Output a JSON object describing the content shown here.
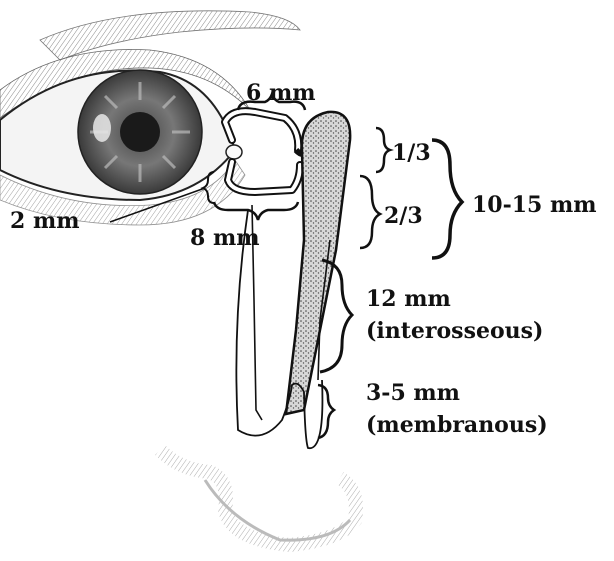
{
  "labels": {
    "upper_canaliculus_length": "6 mm",
    "ampulla_height": "2 mm",
    "horizontal_canaliculus_length": "8 mm",
    "sac_upper_fraction": "1/3",
    "sac_lower_fraction": "2/3",
    "sac_total_length": "10-15 mm",
    "interosseous_length": "12 mm",
    "interosseous_label": "(interosseous)",
    "membranous_length": "3-5 mm",
    "membranous_label": "(membranous)"
  },
  "colors": {
    "ink": "#111111",
    "skin_shade": "#9a9a9a",
    "sac_stipple": "#555555"
  }
}
